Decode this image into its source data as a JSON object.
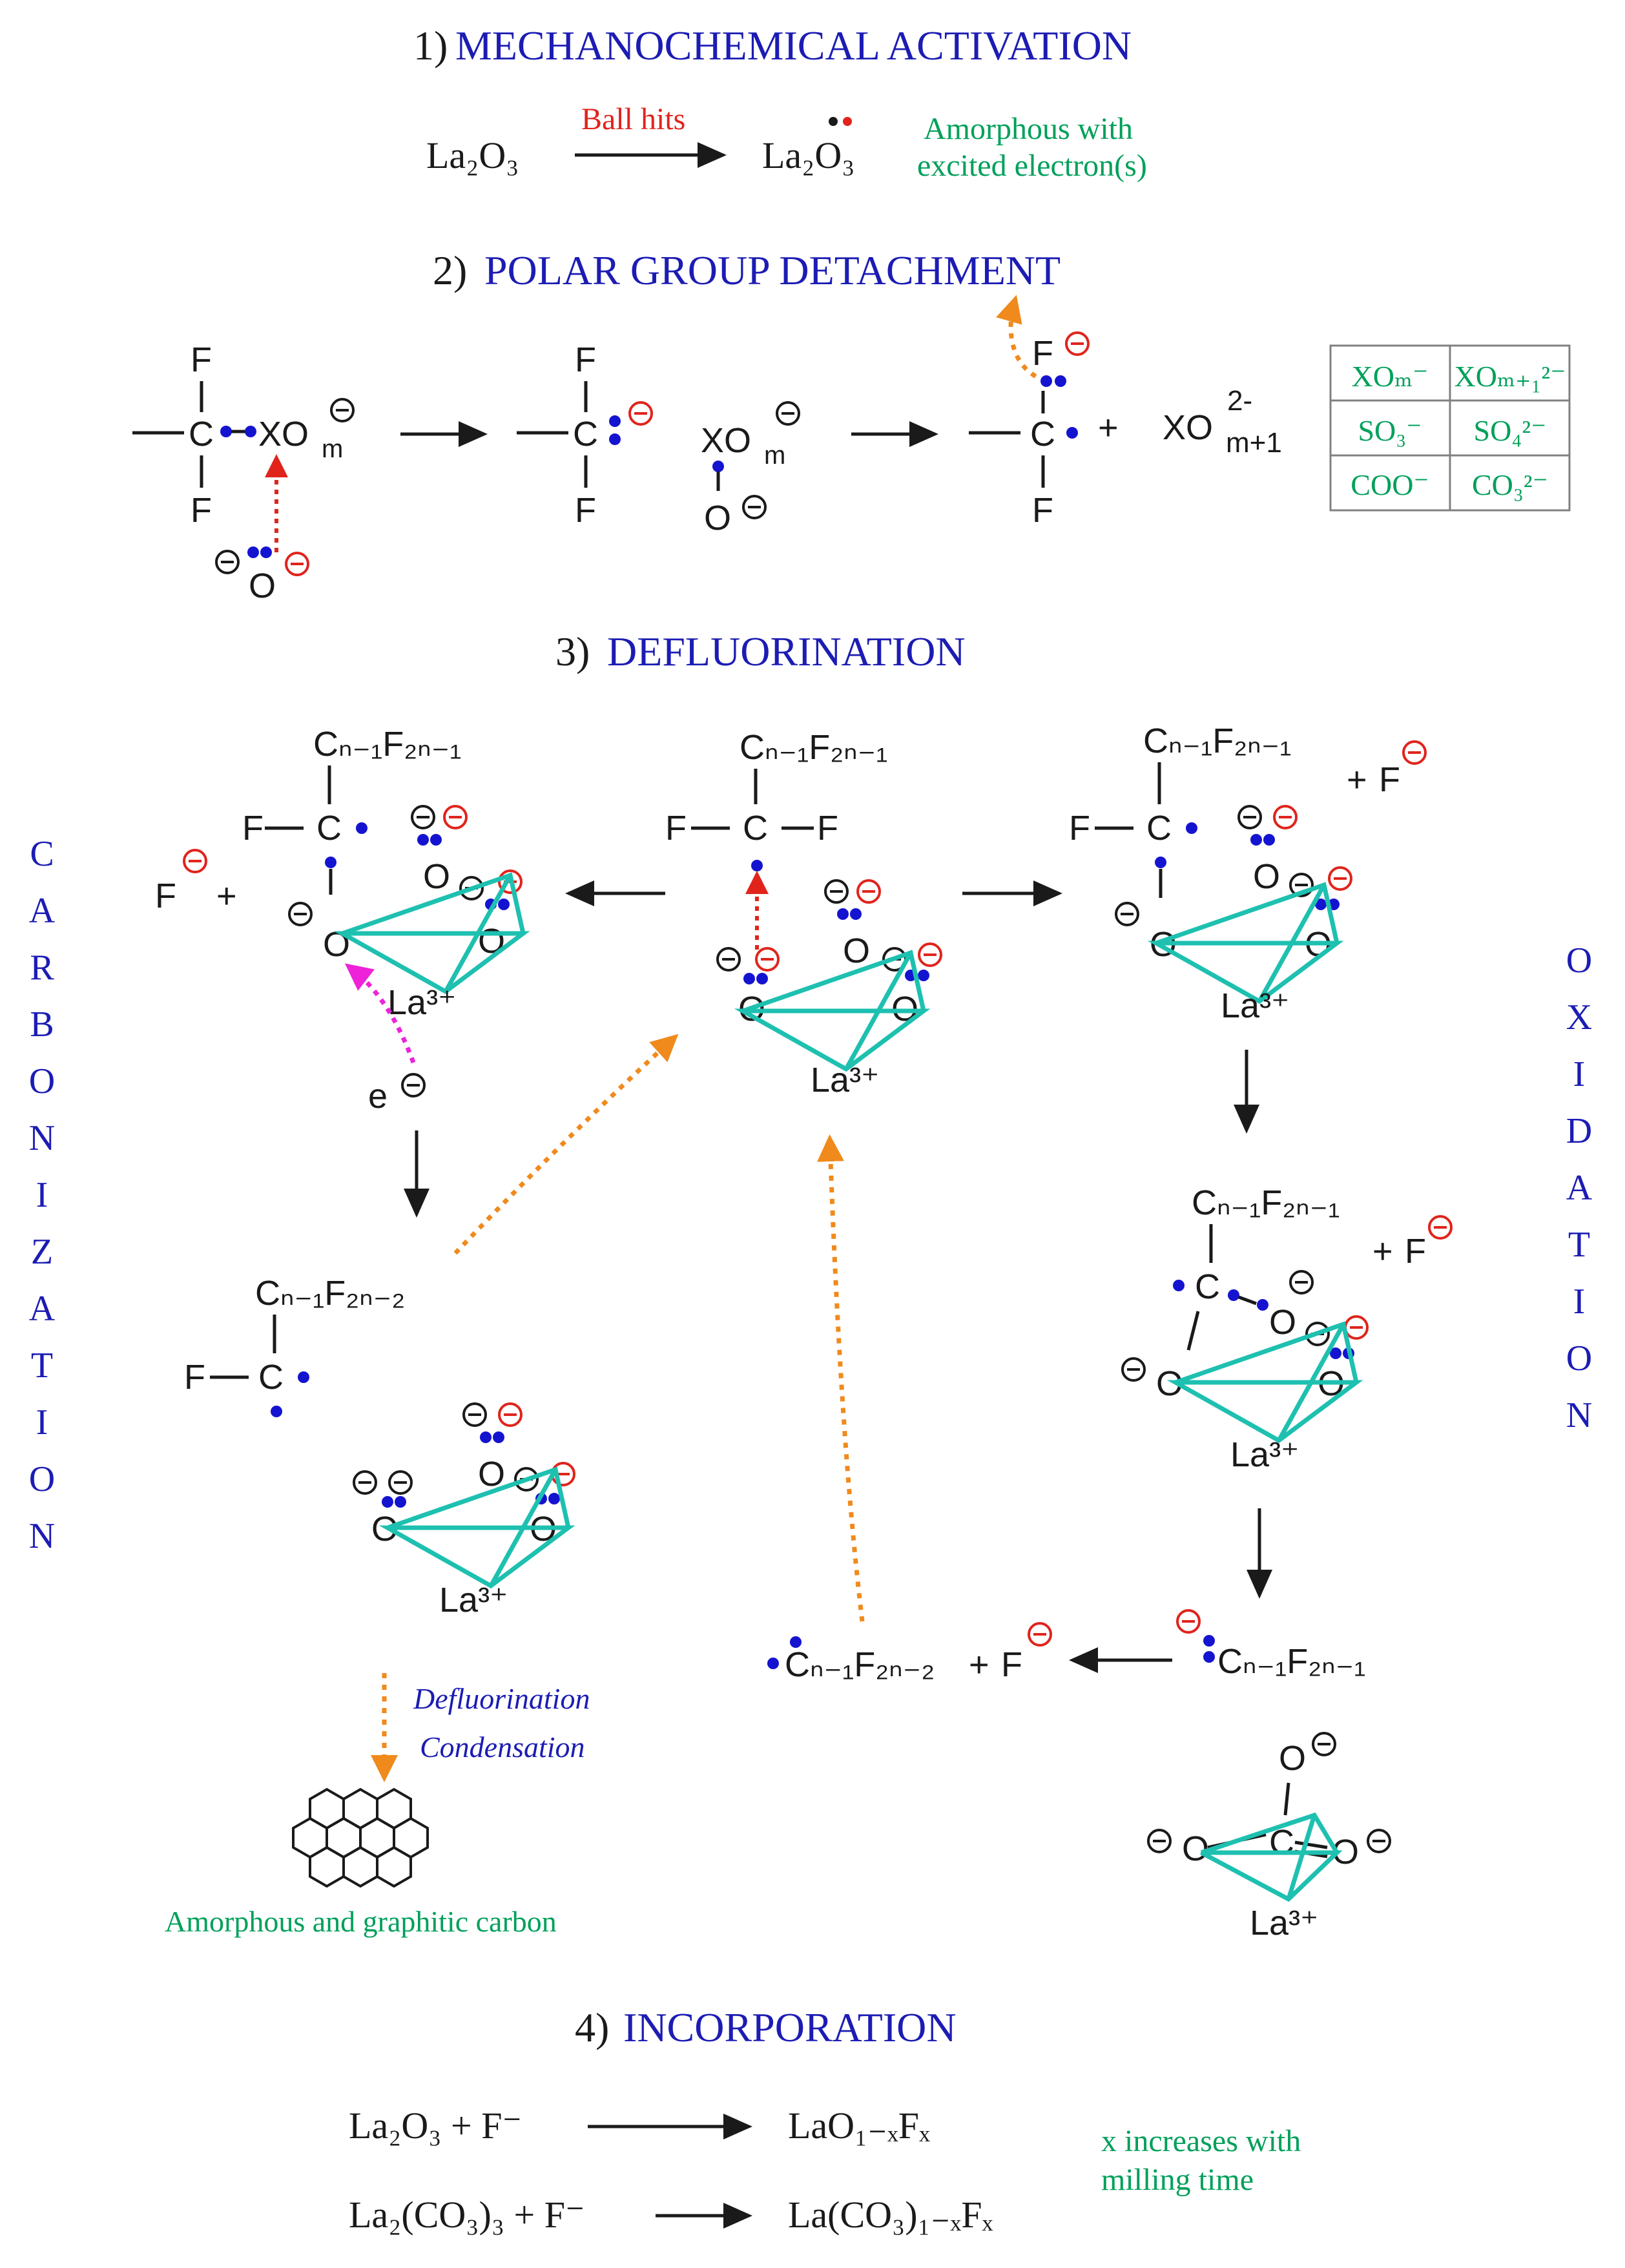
{
  "step1": {
    "number": "1)",
    "title": "MECHANOCHEMICAL ACTIVATION",
    "reactant": "La₂O₃",
    "arrow_label": "Ball hits",
    "product": "La₂O₃",
    "note_line1": "Amorphous with",
    "note_line2": "excited electron(s)"
  },
  "step2": {
    "number": "2)",
    "title": "POLAR GROUP DETACHMENT",
    "table": [
      [
        "XOₘ⁻",
        "XOₘ₊₁²⁻"
      ],
      [
        "SO₃⁻",
        "SO₄²⁻"
      ],
      [
        "COO⁻",
        "CO₃²⁻"
      ]
    ]
  },
  "step3": {
    "number": "3)",
    "title": "DEFLUORINATION",
    "left_side_label": "CARBONIZATION",
    "right_side_label": "OXIDATION",
    "chain": "Cₙ₋₁F₂ₙ₋₁",
    "chain_rad": "Cₙ₋₁F₂ₙ₋₂",
    "la": "La³⁺",
    "electron": "e",
    "carbon_step_line1": "Defluorination",
    "carbon_step_line2": "Condensation",
    "carbon_product": "Amorphous and graphitic carbon"
  },
  "step4": {
    "number": "4)",
    "title": "INCORPORATION",
    "r1_left": "La₂O₃ + F⁻",
    "r1_right": "LaO₁₋ₓFₓ",
    "r2_left": "La₂(CO₃)₃ + F⁻",
    "r2_right": "La(CO₃)₁₋ₓFₓ",
    "note_line1": "x increases with",
    "note_line2": "milling time"
  },
  "colors": {
    "heading": "#1c1cb4",
    "note": "#00a05a",
    "charge_red": "#e0241c",
    "electron_blue": "#1414d0",
    "la_bond_cyan": "#1ec0b0",
    "path_orange": "#f08a1c",
    "electron_magenta": "#ee22d8"
  }
}
